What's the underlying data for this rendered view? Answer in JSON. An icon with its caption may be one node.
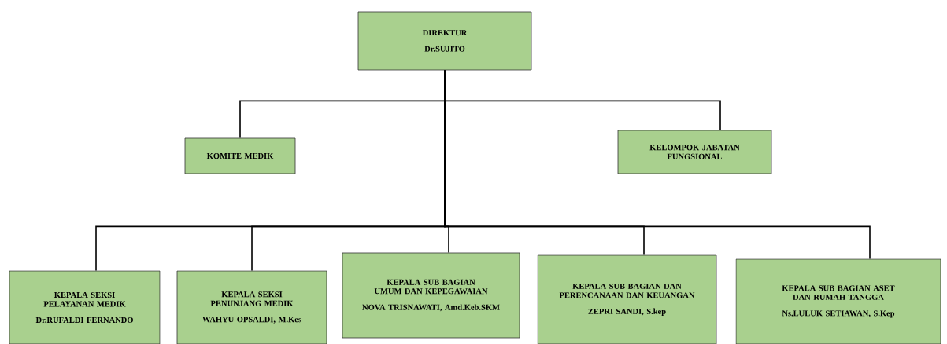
{
  "diagram": {
    "nodes": [
      {
        "text": [
          "DIREKTUR",
          "Dr.SUJITO"
        ]
      },
      {
        "text": [
          "KOMITE MEDIK"
        ]
      },
      {
        "text": [
          "KELOMPOK JABATAN FUNGSIONAL"
        ]
      },
      {
        "text": [
          "KEPALA SEKSI PELAYANAN MEDIK",
          "Dr.RUFALDI FERNANDO"
        ]
      },
      {
        "text": [
          "KEPALA SEKSI PENUNJANG MEDIK",
          "WAHYU OPSALDI, M.Kes"
        ]
      },
      {
        "text": [
          "KEPALA SUB BAGIAN UMUM DAN KEPEGAWAIAN",
          "NOVA TRISNAWATI, Amd.Keb.SKM"
        ]
      },
      {
        "text": [
          "KEPALA SUB BAGIAN DAN PERENCANAAN DAN KEUANGAN",
          "ZEPRI SANDI, S.kep"
        ]
      },
      {
        "text": [
          "KEPALA SUB BAGIAN ASET DAN RUMAH TANGGA",
          "Ns.LULUK SETIAWAN, S.Kep"
        ]
      }
    ],
    "edges": [
      {
        "from": 0,
        "to": 1,
        "arrow": "none"
      },
      {
        "from": 0,
        "to": 2,
        "arrow": "none"
      },
      {
        "from": 0,
        "to": 3,
        "arrow": "none"
      },
      {
        "from": 0,
        "to": 4,
        "arrow": "none"
      },
      {
        "from": 0,
        "to": 5,
        "arrow": "none"
      },
      {
        "from": 0,
        "to": 6,
        "arrow": "none"
      },
      {
        "from": 0,
        "to": 7,
        "arrow": "none"
      }
    ]
  }
}
